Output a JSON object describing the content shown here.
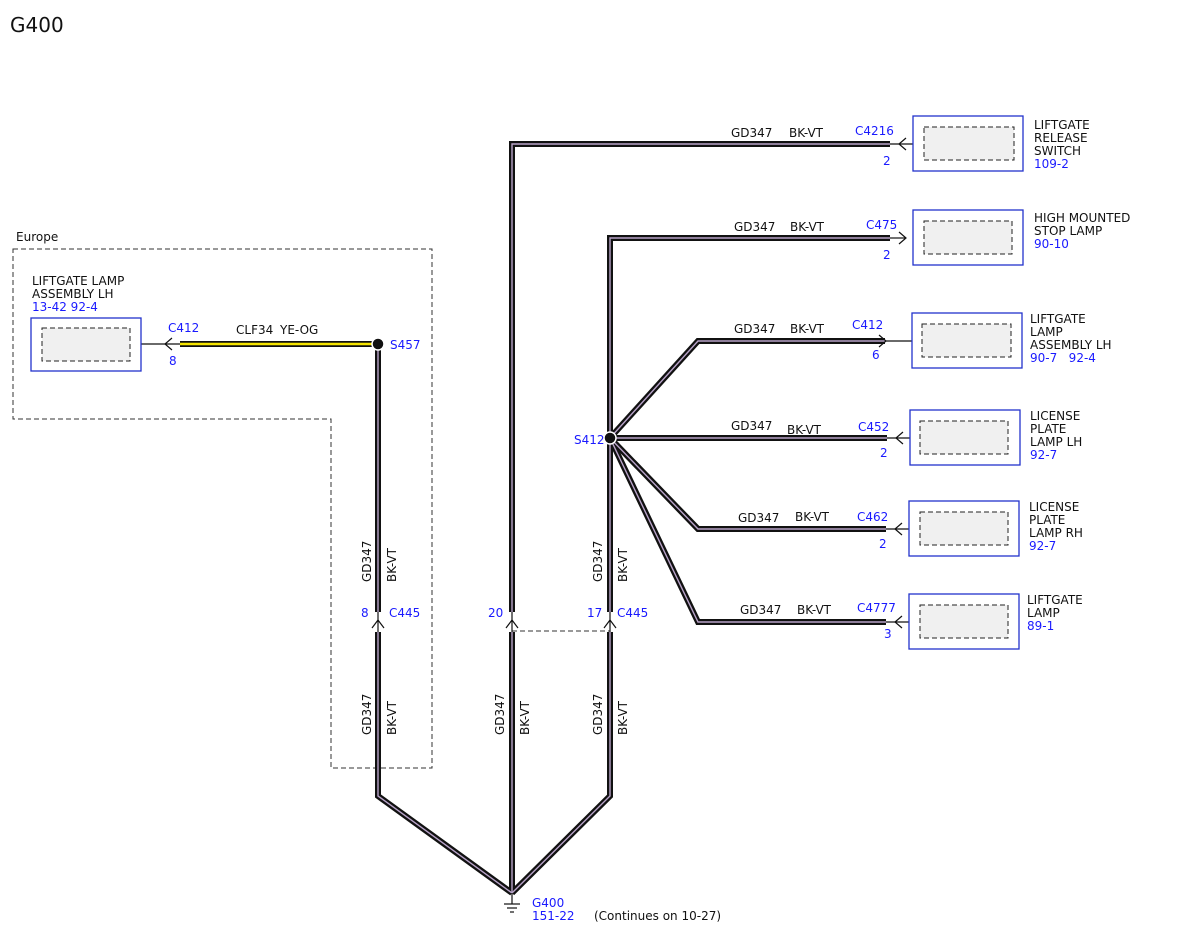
{
  "page_title": "G400",
  "europe_label": "Europe",
  "components": [
    {
      "id": "liftgate-release-switch",
      "lines": [
        "LIFTGATE",
        "RELEASE",
        "SWITCH"
      ],
      "ref": "109-2"
    },
    {
      "id": "high-mounted-stop-lamp",
      "lines": [
        "HIGH MOUNTED",
        "STOP LAMP"
      ],
      "ref": "90-10"
    },
    {
      "id": "liftgate-lamp-assembly-lh",
      "lines": [
        "LIFTGATE",
        "LAMP",
        "ASSEMBLY LH"
      ],
      "ref": "90-7   92-4"
    },
    {
      "id": "license-plate-lamp-lh",
      "lines": [
        "LICENSE",
        "PLATE",
        "LAMP LH"
      ],
      "ref": "92-7"
    },
    {
      "id": "license-plate-lamp-rh",
      "lines": [
        "LICENSE",
        "PLATE",
        "LAMP RH"
      ],
      "ref": "92-7"
    },
    {
      "id": "liftgate-lamp",
      "lines": [
        "LIFTGATE",
        "LAMP"
      ],
      "ref": "89-1"
    },
    {
      "id": "europe-liftgate-lamp-assembly-lh",
      "lines": [
        "LIFTGATE LAMP",
        "ASSEMBLY LH"
      ],
      "ref": "13-42 92-4"
    }
  ],
  "wires": [
    {
      "id": "c4216",
      "circuit": "GD347",
      "color": "BK-VT",
      "connector": "C4216",
      "pin": "2"
    },
    {
      "id": "c475",
      "circuit": "GD347",
      "color": "BK-VT",
      "connector": "C475",
      "pin": "2"
    },
    {
      "id": "c412-right",
      "circuit": "GD347",
      "color": "BK-VT",
      "connector": "C412",
      "pin": "6"
    },
    {
      "id": "c452",
      "circuit": "GD347",
      "color": "BK-VT",
      "connector": "C452",
      "pin": "2"
    },
    {
      "id": "c462",
      "circuit": "GD347",
      "color": "BK-VT",
      "connector": "C462",
      "pin": "2"
    },
    {
      "id": "c4777",
      "circuit": "GD347",
      "color": "BK-VT",
      "connector": "C4777",
      "pin": "3"
    },
    {
      "id": "c412-left",
      "circuit": "CLF34",
      "color": "YE-OG",
      "connector": "C412",
      "pin": "8"
    }
  ],
  "splices": {
    "s412": "S412",
    "s457": "S457"
  },
  "vertical_labels": {
    "circuit": "GD347",
    "color": "BK-VT"
  },
  "c445": {
    "name": "C445",
    "pins": [
      "8",
      "20",
      "17"
    ]
  },
  "ground": {
    "name": "G400",
    "ref": "151-22",
    "note": "(Continues on 10-27)"
  },
  "colors": {
    "wire": "#111111",
    "wire_stripe": "#b8a3c8",
    "yellow": "#f5e400",
    "blue_text": "#1a1aff",
    "box_outline": "#2233cc"
  }
}
